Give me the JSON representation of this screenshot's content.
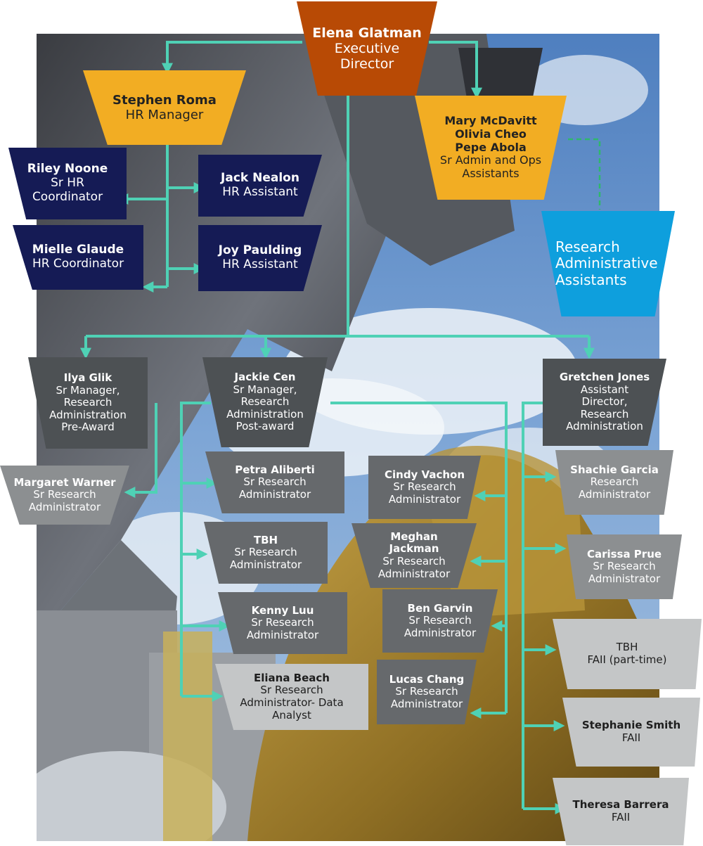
{
  "executive": {
    "name": "Elena Glatman",
    "title1": "Executive",
    "title2": "Director"
  },
  "hr_manager": {
    "name": "Stephen Roma",
    "title": "HR Manager"
  },
  "riley": {
    "name": "Riley Noone",
    "t1": "Sr HR",
    "t2": "Coordinator"
  },
  "jack": {
    "name": "Jack Nealon",
    "t1": "HR Assistant"
  },
  "mielle": {
    "name": "Mielle Glaude",
    "t1": "HR Coordinator"
  },
  "joy": {
    "name": "Joy Paulding",
    "t1": "HR Assistant"
  },
  "admin_ops": {
    "n1": "Mary McDavitt",
    "n2": "Olivia Cheo",
    "n3": "Pepe Abola",
    "t1": "Sr Admin and Ops",
    "t2": "Assistants"
  },
  "raa": {
    "l1": "Research",
    "l2": "Administrative",
    "l3": "Assistants"
  },
  "ilya": {
    "name": "Ilya Glik",
    "t1": "Sr Manager,",
    "t2": "Research",
    "t3": "Administration",
    "t4": "Pre-Award"
  },
  "jackie": {
    "name": "Jackie Cen",
    "t1": "Sr Manager,",
    "t2": "Research",
    "t3": "Administration",
    "t4": "Post-award"
  },
  "gretchen": {
    "name": "Gretchen Jones",
    "t1": "Assistant",
    "t2": "Director,",
    "t3": "Research",
    "t4": "Administration"
  },
  "margaret": {
    "name": "Margaret Warner",
    "t1": "Sr Research",
    "t2": "Administrator"
  },
  "petra": {
    "name": "Petra Aliberti",
    "t1": "Sr Research",
    "t2": "Administrator"
  },
  "tbh1": {
    "name": "TBH",
    "t1": "Sr Research",
    "t2": "Administrator"
  },
  "kenny": {
    "name": "Kenny Luu",
    "t1": "Sr Research",
    "t2": "Administrator"
  },
  "eliana": {
    "name": "Eliana Beach",
    "t1": "Sr Research",
    "t2": "Administrator- Data",
    "t3": "Analyst"
  },
  "cindy": {
    "name": "Cindy Vachon",
    "t1": "Sr Research",
    "t2": "Administrator"
  },
  "meghan": {
    "name": "Meghan",
    "name2": "Jackman",
    "t1": "Sr Research",
    "t2": "Administrator"
  },
  "ben": {
    "name": "Ben Garvin",
    "t1": "Sr Research",
    "t2": "Administrator"
  },
  "lucas": {
    "name": "Lucas Chang",
    "t1": "Sr Research",
    "t2": "Administrator"
  },
  "shachie": {
    "name": "Shachie Garcia",
    "t1": "Research",
    "t2": "Administrator"
  },
  "carissa": {
    "name": "Carissa Prue",
    "t1": "Sr Research",
    "t2": "Administrator"
  },
  "tbh2": {
    "name": "TBH",
    "t1": "FAII (part-time)"
  },
  "stephanie": {
    "name": "Stephanie Smith",
    "t1": "FAII"
  },
  "theresa": {
    "name": "Theresa Barrera",
    "t1": "FAII"
  },
  "colors": {
    "connector": "#4fd1b5",
    "executive": "#b84a05",
    "manager": "#f2ad23",
    "hr_staff": "#151b55",
    "research_assistants": "#0e9fdd",
    "dotted_link": "#2fb86b"
  }
}
